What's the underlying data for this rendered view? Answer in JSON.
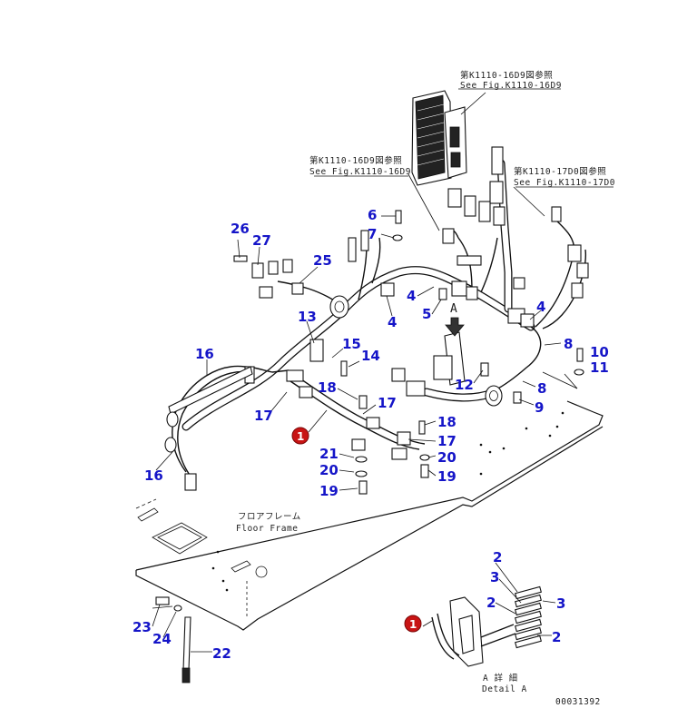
{
  "callouts": [
    {
      "id": "c-26",
      "text": "26"
    },
    {
      "id": "c-27",
      "text": "27"
    },
    {
      "id": "c-25",
      "text": "25"
    },
    {
      "id": "c-6",
      "text": "6"
    },
    {
      "id": "c-7",
      "text": "7"
    },
    {
      "id": "c-4a",
      "text": "4"
    },
    {
      "id": "c-5",
      "text": "5"
    },
    {
      "id": "c-4b",
      "text": "4"
    },
    {
      "id": "c-4c",
      "text": "4"
    },
    {
      "id": "c-13",
      "text": "13"
    },
    {
      "id": "c-15",
      "text": "15"
    },
    {
      "id": "c-14",
      "text": "14"
    },
    {
      "id": "c-16a",
      "text": "16"
    },
    {
      "id": "c-16b",
      "text": "16"
    },
    {
      "id": "c-18a",
      "text": "18"
    },
    {
      "id": "c-17a",
      "text": "17"
    },
    {
      "id": "c-17b",
      "text": "17"
    },
    {
      "id": "c-17c",
      "text": "17"
    },
    {
      "id": "c-18b",
      "text": "18"
    },
    {
      "id": "c-12",
      "text": "12"
    },
    {
      "id": "c-8a",
      "text": "8"
    },
    {
      "id": "c-8b",
      "text": "8"
    },
    {
      "id": "c-10",
      "text": "10"
    },
    {
      "id": "c-11",
      "text": "11"
    },
    {
      "id": "c-9",
      "text": "9"
    },
    {
      "id": "c-21",
      "text": "21"
    },
    {
      "id": "c-20a",
      "text": "20"
    },
    {
      "id": "c-20b",
      "text": "20"
    },
    {
      "id": "c-19a",
      "text": "19"
    },
    {
      "id": "c-19b",
      "text": "19"
    },
    {
      "id": "c-23",
      "text": "23"
    },
    {
      "id": "c-24",
      "text": "24"
    },
    {
      "id": "c-22",
      "text": "22"
    },
    {
      "id": "c-2a",
      "text": "2"
    },
    {
      "id": "c-3a",
      "text": "3"
    },
    {
      "id": "c-2b",
      "text": "2"
    },
    {
      "id": "c-3b",
      "text": "3"
    },
    {
      "id": "c-2c",
      "text": "2"
    }
  ],
  "badges": {
    "main": "1",
    "detail": "1"
  },
  "view_marker": "A",
  "references": {
    "top_jp": "第K1110-16D9図参照",
    "top_en": "See Fig.K1110-16D9",
    "mid_jp": "第K1110-16D9図参照",
    "mid_en": "See Fig.K1110-16D9",
    "right_jp": "第K1110-17D0図参照",
    "right_en": "See Fig.K1110-17D0"
  },
  "floor_label_jp": "フロアフレーム",
  "floor_label_en": "Floor Frame",
  "detail_label_jp": "A 詳 細",
  "detail_label_en": "Detail A",
  "drawing_number": "00031392"
}
